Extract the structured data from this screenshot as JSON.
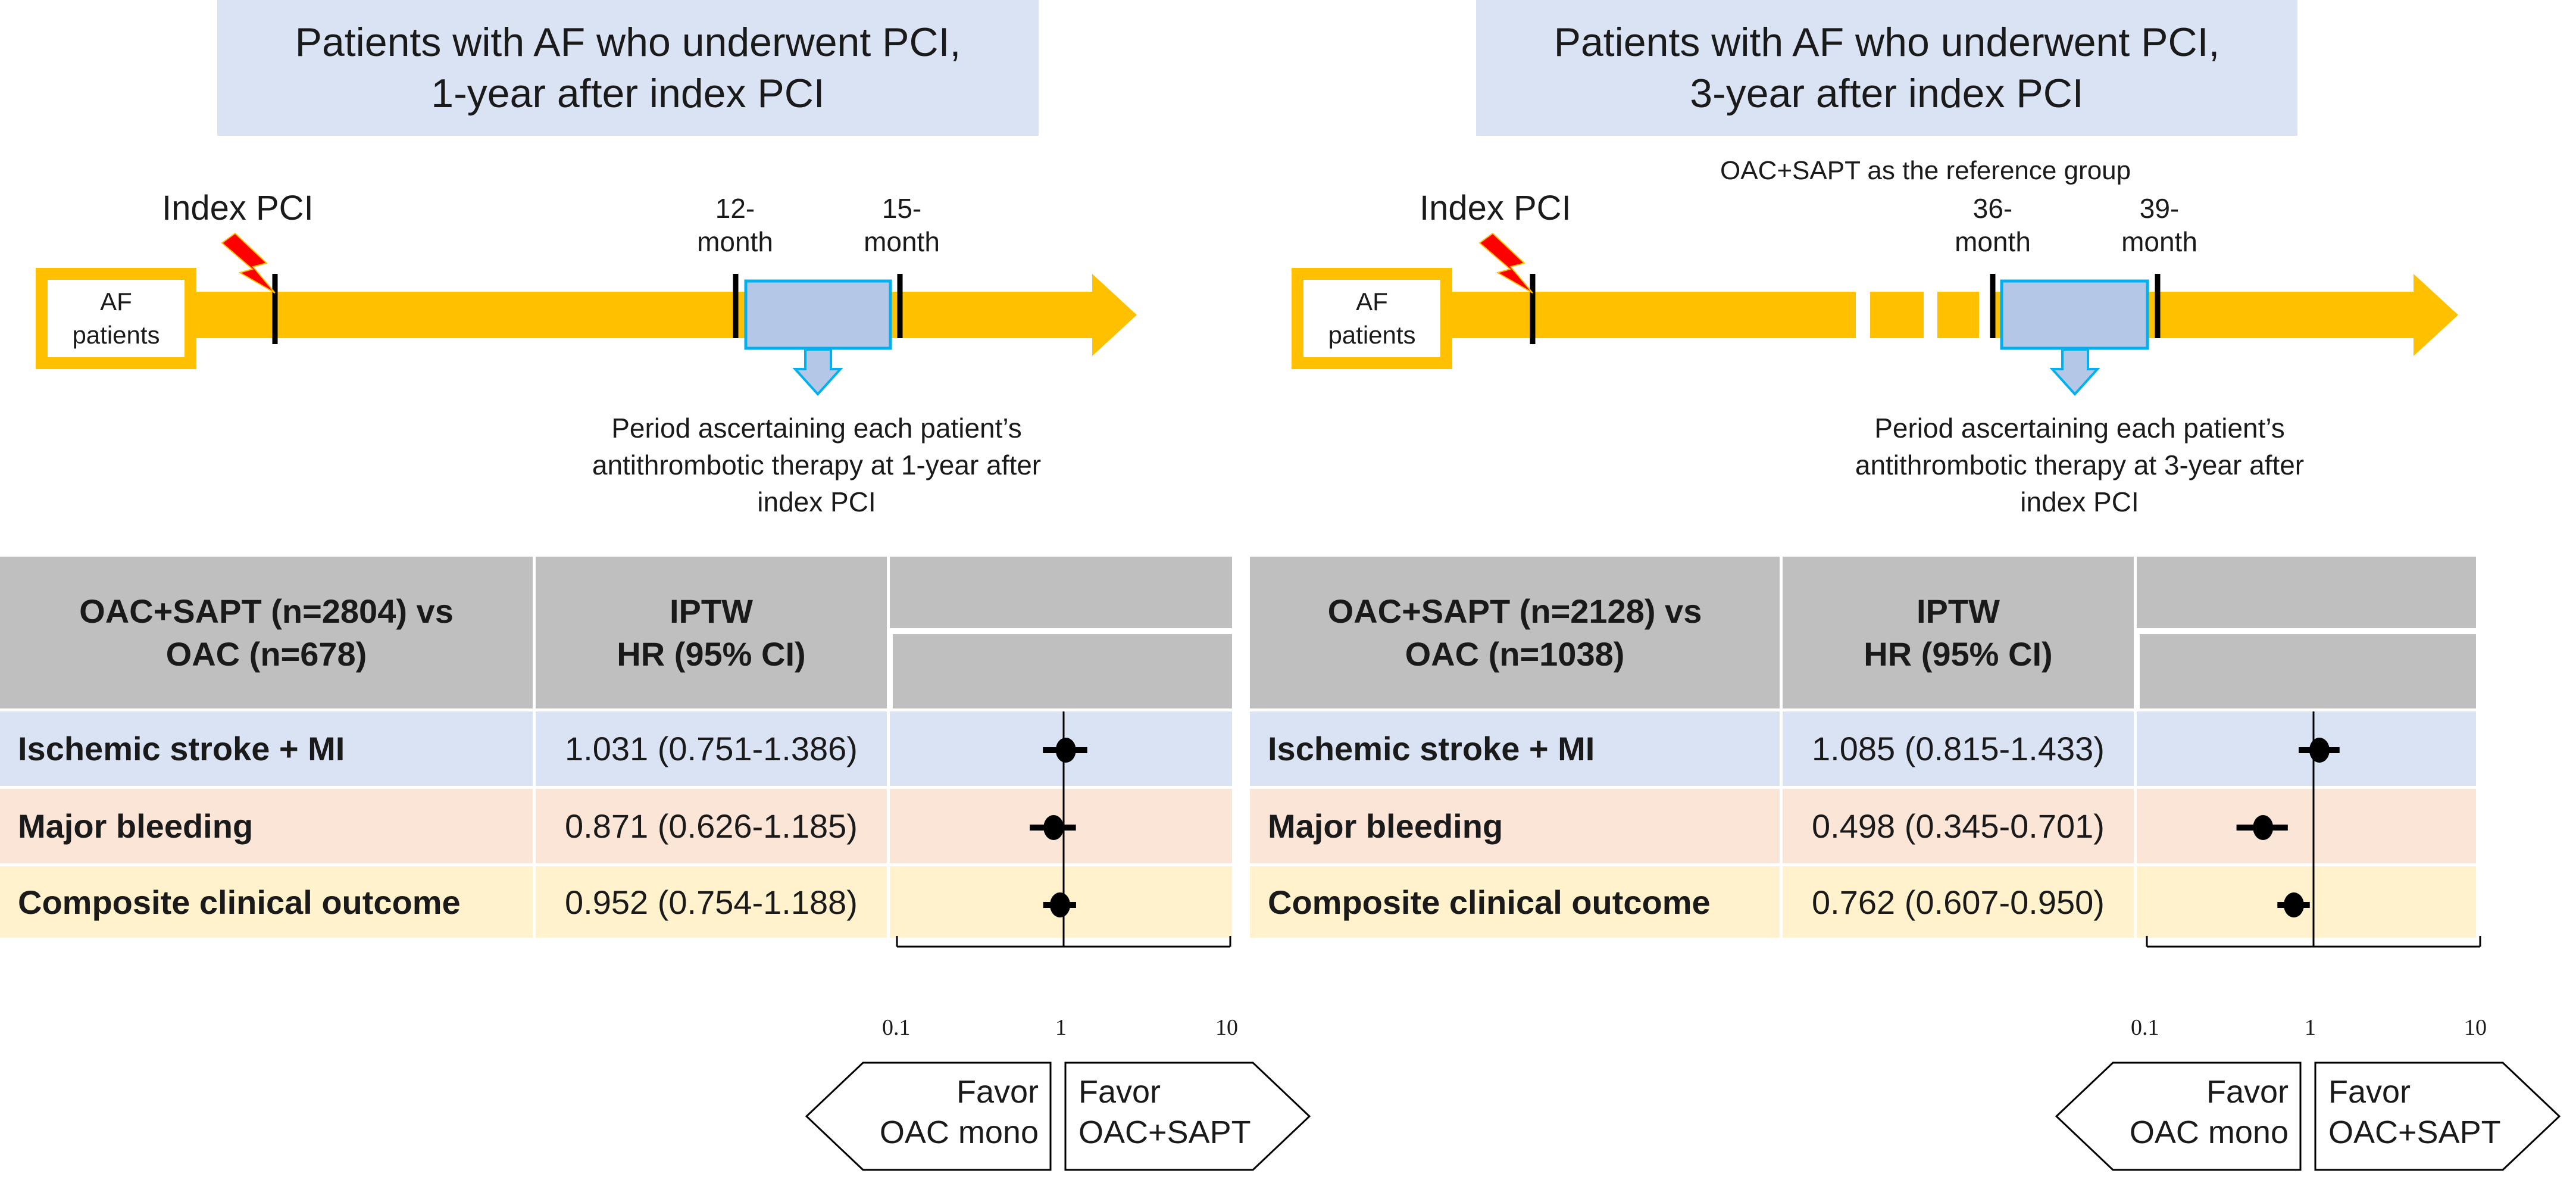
{
  "panels": [
    {
      "title_line1": "Patients with AF who underwent PCI,",
      "title_line2": "1-year after index PCI",
      "index_pci_label": "Index PCI",
      "af_box_label": "AF\npatients",
      "month_start_label": "12-\nmonth",
      "month_end_label": "15-\nmonth",
      "reference_label": "",
      "period_text": "Period ascertaining each patient’s antithrombotic therapy at 1-year after index PCI",
      "comparison_header": "OAC+SAPT (n=2804) vs\nOAC (n=678)",
      "hr_header": "IPTW\nHR (95% CI)",
      "rows": [
        {
          "name": "Ischemic stroke + MI",
          "hr_text": "1.031 (0.751-1.386)",
          "hr": 1.031,
          "lower": 0.751,
          "upper": 1.386
        },
        {
          "name": "Major bleeding",
          "hr_text": "0.871 (0.626-1.185)",
          "hr": 0.871,
          "lower": 0.626,
          "upper": 1.185
        },
        {
          "name": "Composite clinical outcome",
          "hr_text": "0.952 (0.754-1.188)",
          "hr": 0.952,
          "lower": 0.754,
          "upper": 1.188
        }
      ],
      "ticks": [
        "0.1",
        "1",
        "10"
      ],
      "favor_left": "Favor\nOAC mono",
      "favor_right": "Favor\nOAC+SAPT"
    },
    {
      "title_line1": "Patients with AF who underwent PCI,",
      "title_line2": "3-year after index PCI",
      "index_pci_label": "Index PCI",
      "af_box_label": "AF\npatients",
      "month_start_label": "36-\nmonth",
      "month_end_label": "39-\nmonth",
      "reference_label": "OAC+SAPT as the reference group",
      "period_text": "Period ascertaining each patient’s antithrombotic therapy at 3-year after index PCI",
      "comparison_header": "OAC+SAPT (n=2128) vs\nOAC (n=1038)",
      "hr_header": "IPTW\nHR (95% CI)",
      "rows": [
        {
          "name": "Ischemic stroke + MI",
          "hr_text": "1.085 (0.815-1.433)",
          "hr": 1.085,
          "lower": 0.815,
          "upper": 1.433
        },
        {
          "name": "Major bleeding",
          "hr_text": "0.498 (0.345-0.701)",
          "hr": 0.498,
          "lower": 0.345,
          "upper": 0.701
        },
        {
          "name": "Composite clinical outcome",
          "hr_text": "0.762 (0.607-0.950)",
          "hr": 0.762,
          "lower": 0.607,
          "upper": 0.95
        }
      ],
      "ticks": [
        "0.1",
        "1",
        "10"
      ],
      "favor_left": "Favor\nOAC mono",
      "favor_right": "Favor\nOAC+SAPT"
    }
  ],
  "chart_data": [
    {
      "type": "scatter",
      "subtype": "forest-plot",
      "x_scale": "log",
      "xlim": [
        0.1,
        10
      ],
      "x_ticks": [
        0.1,
        1,
        10
      ],
      "reference_line": 1,
      "categories": [
        "Ischemic stroke + MI",
        "Major bleeding",
        "Composite clinical outcome"
      ],
      "values": [
        1.031,
        0.871,
        0.952
      ],
      "lower": [
        0.751,
        0.626,
        0.754
      ],
      "upper": [
        1.386,
        1.185,
        1.188
      ]
    },
    {
      "type": "scatter",
      "subtype": "forest-plot",
      "x_scale": "log",
      "xlim": [
        0.1,
        10
      ],
      "x_ticks": [
        0.1,
        1,
        10
      ],
      "reference_line": 1,
      "categories": [
        "Ischemic stroke + MI",
        "Major bleeding",
        "Composite clinical outcome"
      ],
      "values": [
        1.085,
        0.498,
        0.762
      ],
      "lower": [
        0.815,
        0.345,
        0.607
      ],
      "upper": [
        1.433,
        0.701,
        0.95
      ]
    }
  ],
  "colors": {
    "timeline": "#ffc000",
    "title_bg": "#dae3f3",
    "period_box": "#b4c7e7",
    "period_box_border": "#00b0f0",
    "header_bg": "#bfbfbf",
    "row_blue": "#dae3f3",
    "row_peach": "#fbe5d6",
    "row_yellow": "#fff2cc",
    "lightning": "#ff0000"
  }
}
